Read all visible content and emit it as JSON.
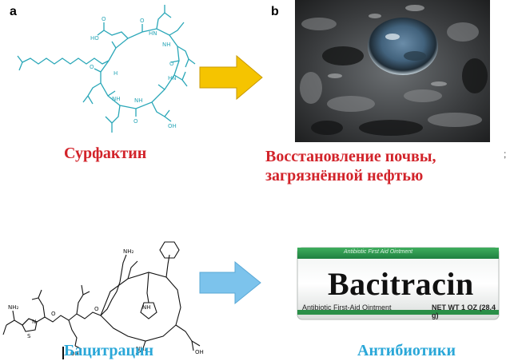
{
  "panels": {
    "a": {
      "letter": "a",
      "caption": "Сурфактин"
    },
    "b": {
      "letter": "b",
      "caption_line1": "Восстановление почвы,",
      "caption_line2": "загрязнённой нефтью"
    },
    "c": {
      "caption": "Бацитрацин"
    },
    "d": {
      "caption": "Антибиотики",
      "tube": {
        "brand": "Bacitracin",
        "band_text": "Antibiotic First Aid Ointment",
        "left_text": "Antibiotic First-Aid Ointment",
        "right_text": "NET WT 1 OZ (28.4 g)"
      }
    }
  },
  "side_mark": ";",
  "molecule_labels": {
    "HO": "HO",
    "O": "O",
    "H": "H",
    "OH": "OH",
    "HN": "HN",
    "NH": "NH",
    "NH2": "NH₂",
    "N": "N",
    "S": "S"
  },
  "colors": {
    "surfactin": "#2aa7b8",
    "arrow_yellow": "#f5c400",
    "arrow_blue": "#7cc3ec",
    "red_caption": "#d2232a",
    "blue_caption": "#2aa7d8"
  }
}
